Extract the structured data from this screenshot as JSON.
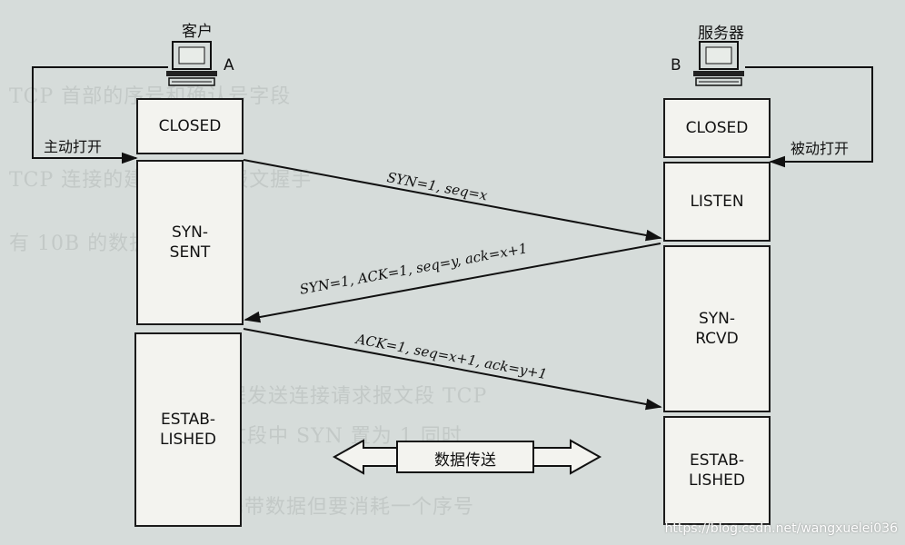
{
  "client": {
    "title": "客户",
    "host": "A",
    "open_label": "主动打开"
  },
  "server": {
    "title": "服务器",
    "host": "B",
    "open_label": "被动打开"
  },
  "client_states": [
    {
      "id": "closed",
      "label": "CLOSED"
    },
    {
      "id": "syn-sent",
      "label": "SYN-\nSENT"
    },
    {
      "id": "established",
      "label": "ESTAB-\nLISHED"
    }
  ],
  "server_states": [
    {
      "id": "closed",
      "label": "CLOSED"
    },
    {
      "id": "listen",
      "label": "LISTEN"
    },
    {
      "id": "syn-rcvd",
      "label": "SYN-\nRCVD"
    },
    {
      "id": "established",
      "label": "ESTAB-\nLISHED"
    }
  ],
  "messages": {
    "syn": "SYN=1, seq=x",
    "syn_ack": "SYN=1, ACK=1, seq=y, ack=x+1",
    "ack": "ACK=1, seq=x+1, ack=y+1"
  },
  "data_transfer": "数据传送",
  "watermark": "https://blog.csdn.net/wangxuelei036"
}
